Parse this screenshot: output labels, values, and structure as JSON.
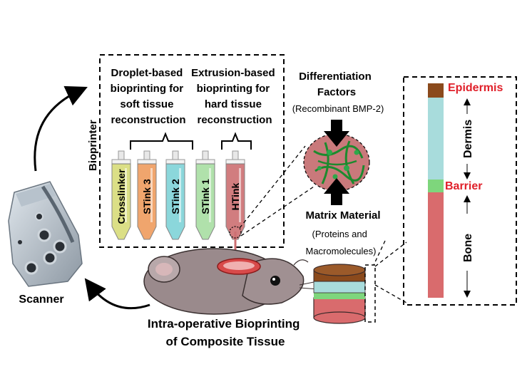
{
  "labels": {
    "bioprinter": "Bioprinter",
    "scanner": "Scanner",
    "droplet_title": [
      "Droplet-based",
      "bioprinting for",
      "soft tissue",
      "reconstruction"
    ],
    "extrusion_title": [
      "Extrusion-based",
      "bioprinting for",
      "hard tissue",
      "reconstruction"
    ],
    "differentiation_title": [
      "Differentiation",
      "Factors"
    ],
    "differentiation_sub": "(Recombinant  BMP-2)",
    "matrix_title": "Matrix Material",
    "matrix_sub": [
      "(Proteins and",
      "Macromolecules)"
    ],
    "caption": [
      "Intra-operative Bioprinting",
      "of Composite Tissue"
    ]
  },
  "syringes": [
    {
      "label": "Crosslinker",
      "color": "#d8dc7a"
    },
    {
      "label": "STink 3",
      "color": "#ef9c5e"
    },
    {
      "label": "STink 2",
      "color": "#7fd3d8"
    },
    {
      "label": "STink 1",
      "color": "#a8dea2"
    },
    {
      "label": "HTink",
      "color": "#cd6f72"
    }
  ],
  "layers": {
    "epidermis": "Epidermis",
    "dermis": "Dermis",
    "barrier": "Barrier",
    "bone": "Bone"
  },
  "colors": {
    "epidermis": "#8b4a1c",
    "dermis": "#a8dcdc",
    "barrier": "#7ed67c",
    "bone": "#d96b6d",
    "accent_red": "#e0202a"
  }
}
